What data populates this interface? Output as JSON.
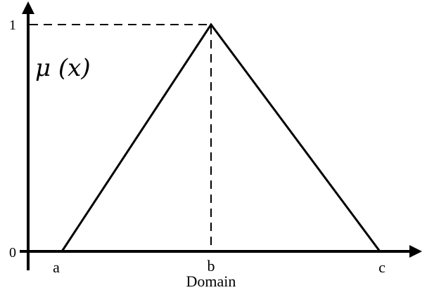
{
  "diagram": {
    "y_label": "μ (x)",
    "x_label": "Domain",
    "y_ticks": [
      "1",
      "0"
    ],
    "x_ticks": [
      "a",
      "b",
      "c"
    ],
    "line_color": "#000000"
  }
}
